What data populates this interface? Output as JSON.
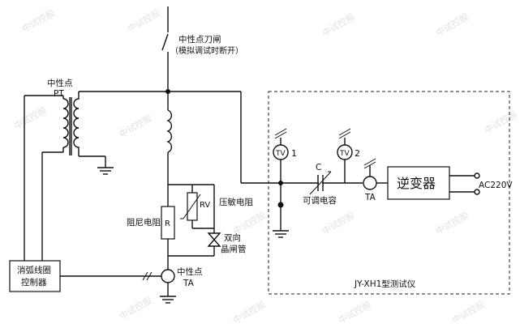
{
  "labels": {
    "switch_line1": "中性点刀闸",
    "switch_line2": "（模拟调试时断开）",
    "neutral_point": "中性点",
    "pt": "PT",
    "tv1_symbol": "TV",
    "tv1_num": "1",
    "tv2_symbol": "TV",
    "tv2_num": "2",
    "cap_c": "C",
    "cap_name": "可调电容",
    "ta_right": "TA",
    "inverter": "逆变器",
    "ac_supply": "AC220V",
    "rv": "RV",
    "varistor": "压敏电阻",
    "damping_resistor": "阻尼电阻",
    "r": "R",
    "triac_line1": "双向",
    "triac_line2": "晶闸管",
    "controller_line1": "消弧线圈",
    "controller_line2": "控制器",
    "neutral_ta_line1": "中性点",
    "neutral_ta_line2": "TA",
    "tester_name": "JY-XH1型测试仪"
  },
  "watermark": "中试控股"
}
